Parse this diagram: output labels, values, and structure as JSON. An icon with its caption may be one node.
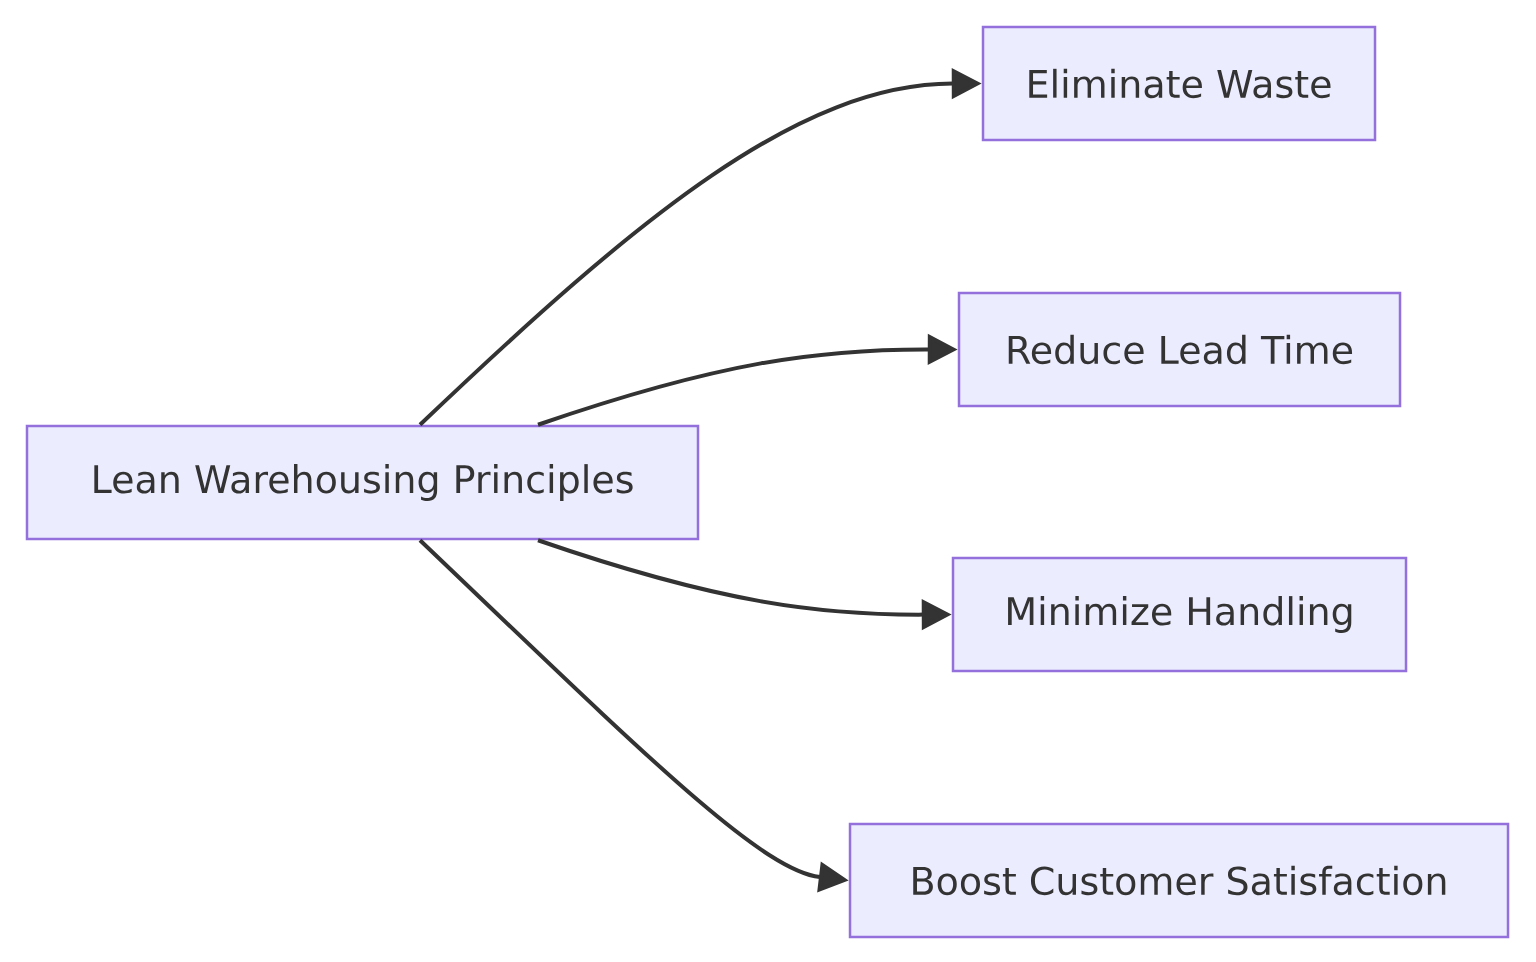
{
  "diagram": {
    "nodes": [
      {
        "text": [
          "Lean Warehousing Principles"
        ]
      },
      {
        "text": [
          "Eliminate Waste"
        ]
      },
      {
        "text": [
          "Reduce Lead Time"
        ]
      },
      {
        "text": [
          "Minimize Handling"
        ]
      },
      {
        "text": [
          "Boost Customer Satisfaction"
        ]
      }
    ],
    "edges": [
      {
        "from": 0,
        "to": 1,
        "arrow": "to"
      },
      {
        "from": 0,
        "to": 2,
        "arrow": "to"
      },
      {
        "from": 0,
        "to": 3,
        "arrow": "to"
      },
      {
        "from": 0,
        "to": 4,
        "arrow": "to"
      }
    ]
  }
}
